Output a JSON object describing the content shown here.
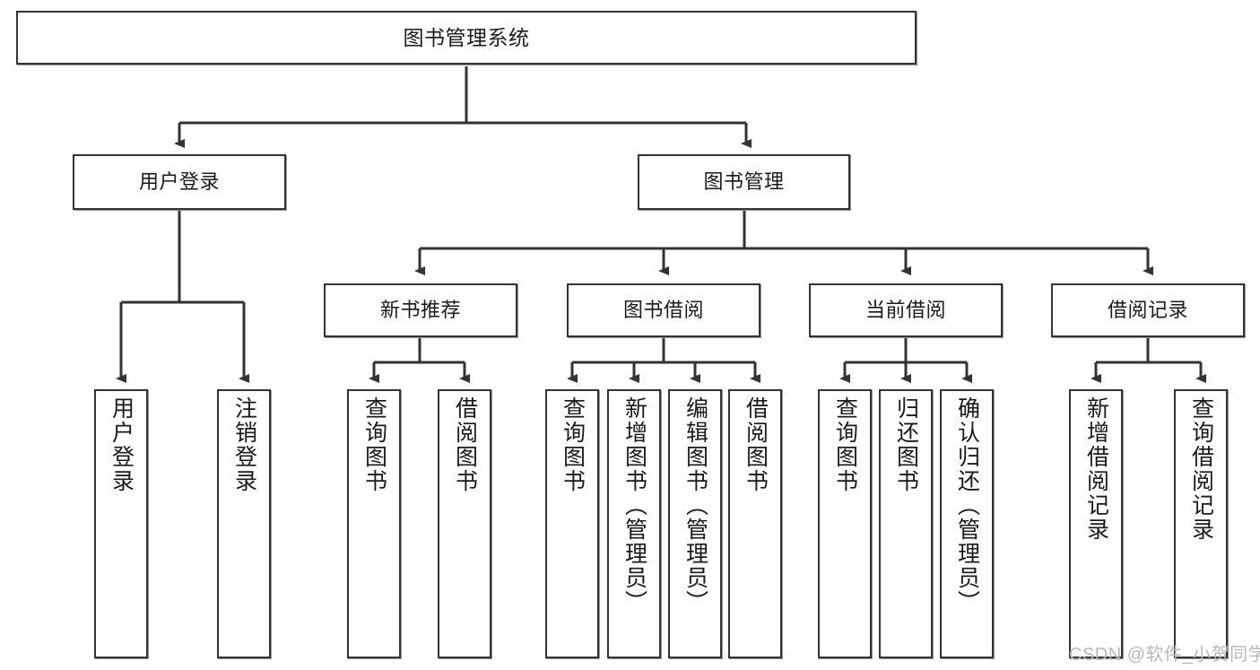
{
  "diagram": {
    "title": "图书管理系统",
    "watermark": "CSDN @软件_小贺同学",
    "colors": {
      "stroke": "#333333",
      "box_fill": "#ffffff",
      "text": "#1a1a1a",
      "watermark": "#b9b9b9",
      "background": "#ffffff"
    },
    "levels": {
      "root": {
        "label": "图书管理系统"
      },
      "level2": [
        {
          "id": "user-login",
          "label": "用户登录"
        },
        {
          "id": "book-manage",
          "label": "图书管理"
        }
      ],
      "level3": [
        {
          "id": "new-book-rec",
          "label": "新书推荐",
          "parent": "book-manage"
        },
        {
          "id": "book-borrow",
          "label": "图书借阅",
          "parent": "book-manage"
        },
        {
          "id": "current-borrow",
          "label": "当前借阅",
          "parent": "book-manage"
        },
        {
          "id": "borrow-record",
          "label": "借阅记录",
          "parent": "book-manage"
        }
      ],
      "leaves": [
        {
          "id": "leaf-user-login",
          "label": "用户登录",
          "parent": "user-login"
        },
        {
          "id": "leaf-user-logout",
          "label": "注销登录",
          "parent": "user-login"
        },
        {
          "id": "leaf-query-book-1",
          "label": "查询图书",
          "parent": "new-book-rec"
        },
        {
          "id": "leaf-borrow-book-1",
          "label": "借阅图书",
          "parent": "new-book-rec"
        },
        {
          "id": "leaf-query-book-2",
          "label": "查询图书",
          "parent": "book-borrow"
        },
        {
          "id": "leaf-add-book",
          "label": "新增图书（管理员）",
          "parent": "book-borrow"
        },
        {
          "id": "leaf-edit-book",
          "label": "编辑图书（管理员）",
          "parent": "book-borrow"
        },
        {
          "id": "leaf-borrow-book-2",
          "label": "借阅图书",
          "parent": "book-borrow"
        },
        {
          "id": "leaf-query-book-3",
          "label": "查询图书",
          "parent": "current-borrow"
        },
        {
          "id": "leaf-return-book",
          "label": "归还图书",
          "parent": "current-borrow"
        },
        {
          "id": "leaf-confirm-return",
          "label": "确认归还（管理员）",
          "parent": "current-borrow"
        },
        {
          "id": "leaf-add-record",
          "label": "新增借阅记录",
          "parent": "borrow-record"
        },
        {
          "id": "leaf-query-record",
          "label": "查询借阅记录",
          "parent": "borrow-record"
        }
      ]
    }
  }
}
